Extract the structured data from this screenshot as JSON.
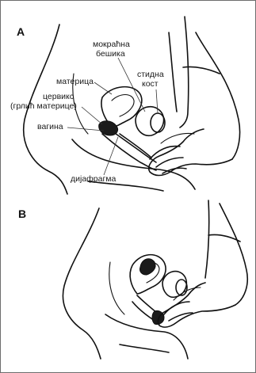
{
  "panels": {
    "a": {
      "letter": "A",
      "labels": {
        "bladder_line1": "мокраћна",
        "bladder_line2": "бешика",
        "uterus": "материца",
        "pubic_line1": "стидна",
        "pubic_line2": "кост",
        "cervix_line1": "цервикс",
        "cervix_line2": "(грлић материце)",
        "vagina": "вагина",
        "diaphragm": "дијафрагма"
      }
    },
    "b": {
      "letter": "B"
    }
  }
}
